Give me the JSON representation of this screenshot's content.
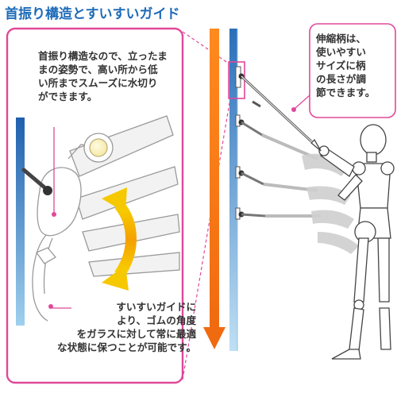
{
  "title": "首振り構造とすいすいガイド",
  "callouts": {
    "swivel": "首振り構造なので、立ったま\nまの姿勢で、高い所から低\nい所までスムーズに水切り\nができます。",
    "guide": "すいすいガイドに\nより、ゴムの角度\nをガラスに対して常に最適\nな状態に保つことが可能です。",
    "handle": "伸縮柄は、\n使いやすい\nサイズに柄\nの長さが調\n節できます。"
  },
  "colors": {
    "title": "#1e6bb8",
    "frame": "#e0489a",
    "arrow_orange": "#f07c1a",
    "arrow_yellow": "#f5c400",
    "glass_blue": "#2a6fba"
  },
  "icons": [
    "up-down-arrow-icon",
    "down-arrow-icon"
  ]
}
